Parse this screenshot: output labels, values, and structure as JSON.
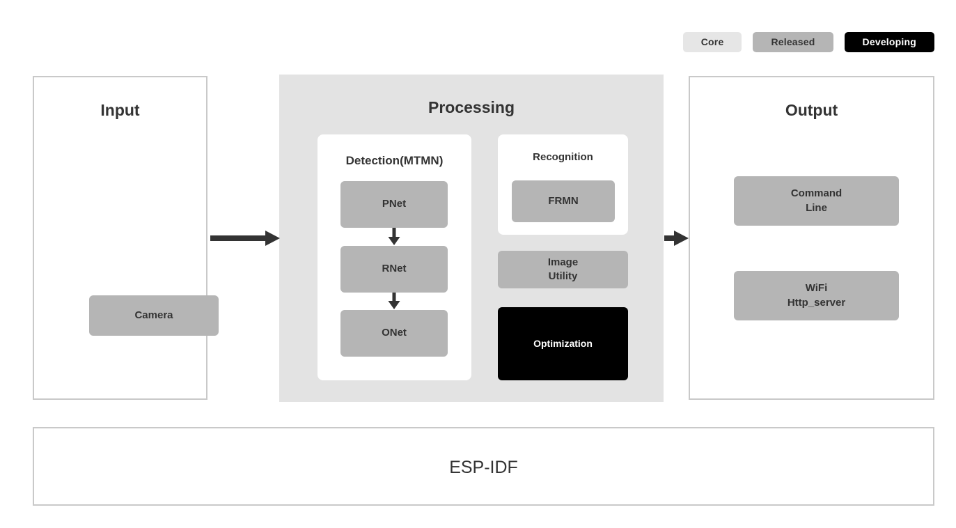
{
  "legend": {
    "items": [
      {
        "label": "Core",
        "style": "core"
      },
      {
        "label": "Released",
        "style": "released"
      },
      {
        "label": "Developing",
        "style": "developing"
      }
    ]
  },
  "colors": {
    "core": "#e6e6e6",
    "released": "#b5b5b5",
    "developing": "#000000",
    "panel_background": "#e3e3e3",
    "panel_border": "#c9c9c9",
    "text": "#333333",
    "arrow": "#333333",
    "page_background": "#ffffff"
  },
  "sections": {
    "input": {
      "title": "Input",
      "nodes": [
        {
          "label": "Camera",
          "style": "released"
        }
      ]
    },
    "processing": {
      "title": "Processing",
      "detection": {
        "title": "Detection(MTMN)",
        "nodes": [
          {
            "label": "PNet",
            "style": "released"
          },
          {
            "label": "RNet",
            "style": "released"
          },
          {
            "label": "ONet",
            "style": "released"
          }
        ]
      },
      "recognition": {
        "title": "Recognition",
        "nodes": [
          {
            "label": "FRMN",
            "style": "released"
          }
        ]
      },
      "extras": [
        {
          "label": "Image\nUtility",
          "style": "released"
        },
        {
          "label": "Optimization",
          "style": "developing"
        }
      ]
    },
    "output": {
      "title": "Output",
      "nodes": [
        {
          "label": "Command\nLine",
          "style": "released"
        },
        {
          "label": "WiFi\nHttp_server",
          "style": "released"
        }
      ]
    },
    "platform": {
      "title": "ESP-IDF"
    }
  },
  "flow": {
    "arrows": [
      {
        "name": "input-to-processing",
        "direction": "right"
      },
      {
        "name": "processing-to-output",
        "direction": "right"
      },
      {
        "name": "pnet-to-rnet",
        "direction": "down"
      },
      {
        "name": "rnet-to-onet",
        "direction": "down"
      }
    ]
  }
}
